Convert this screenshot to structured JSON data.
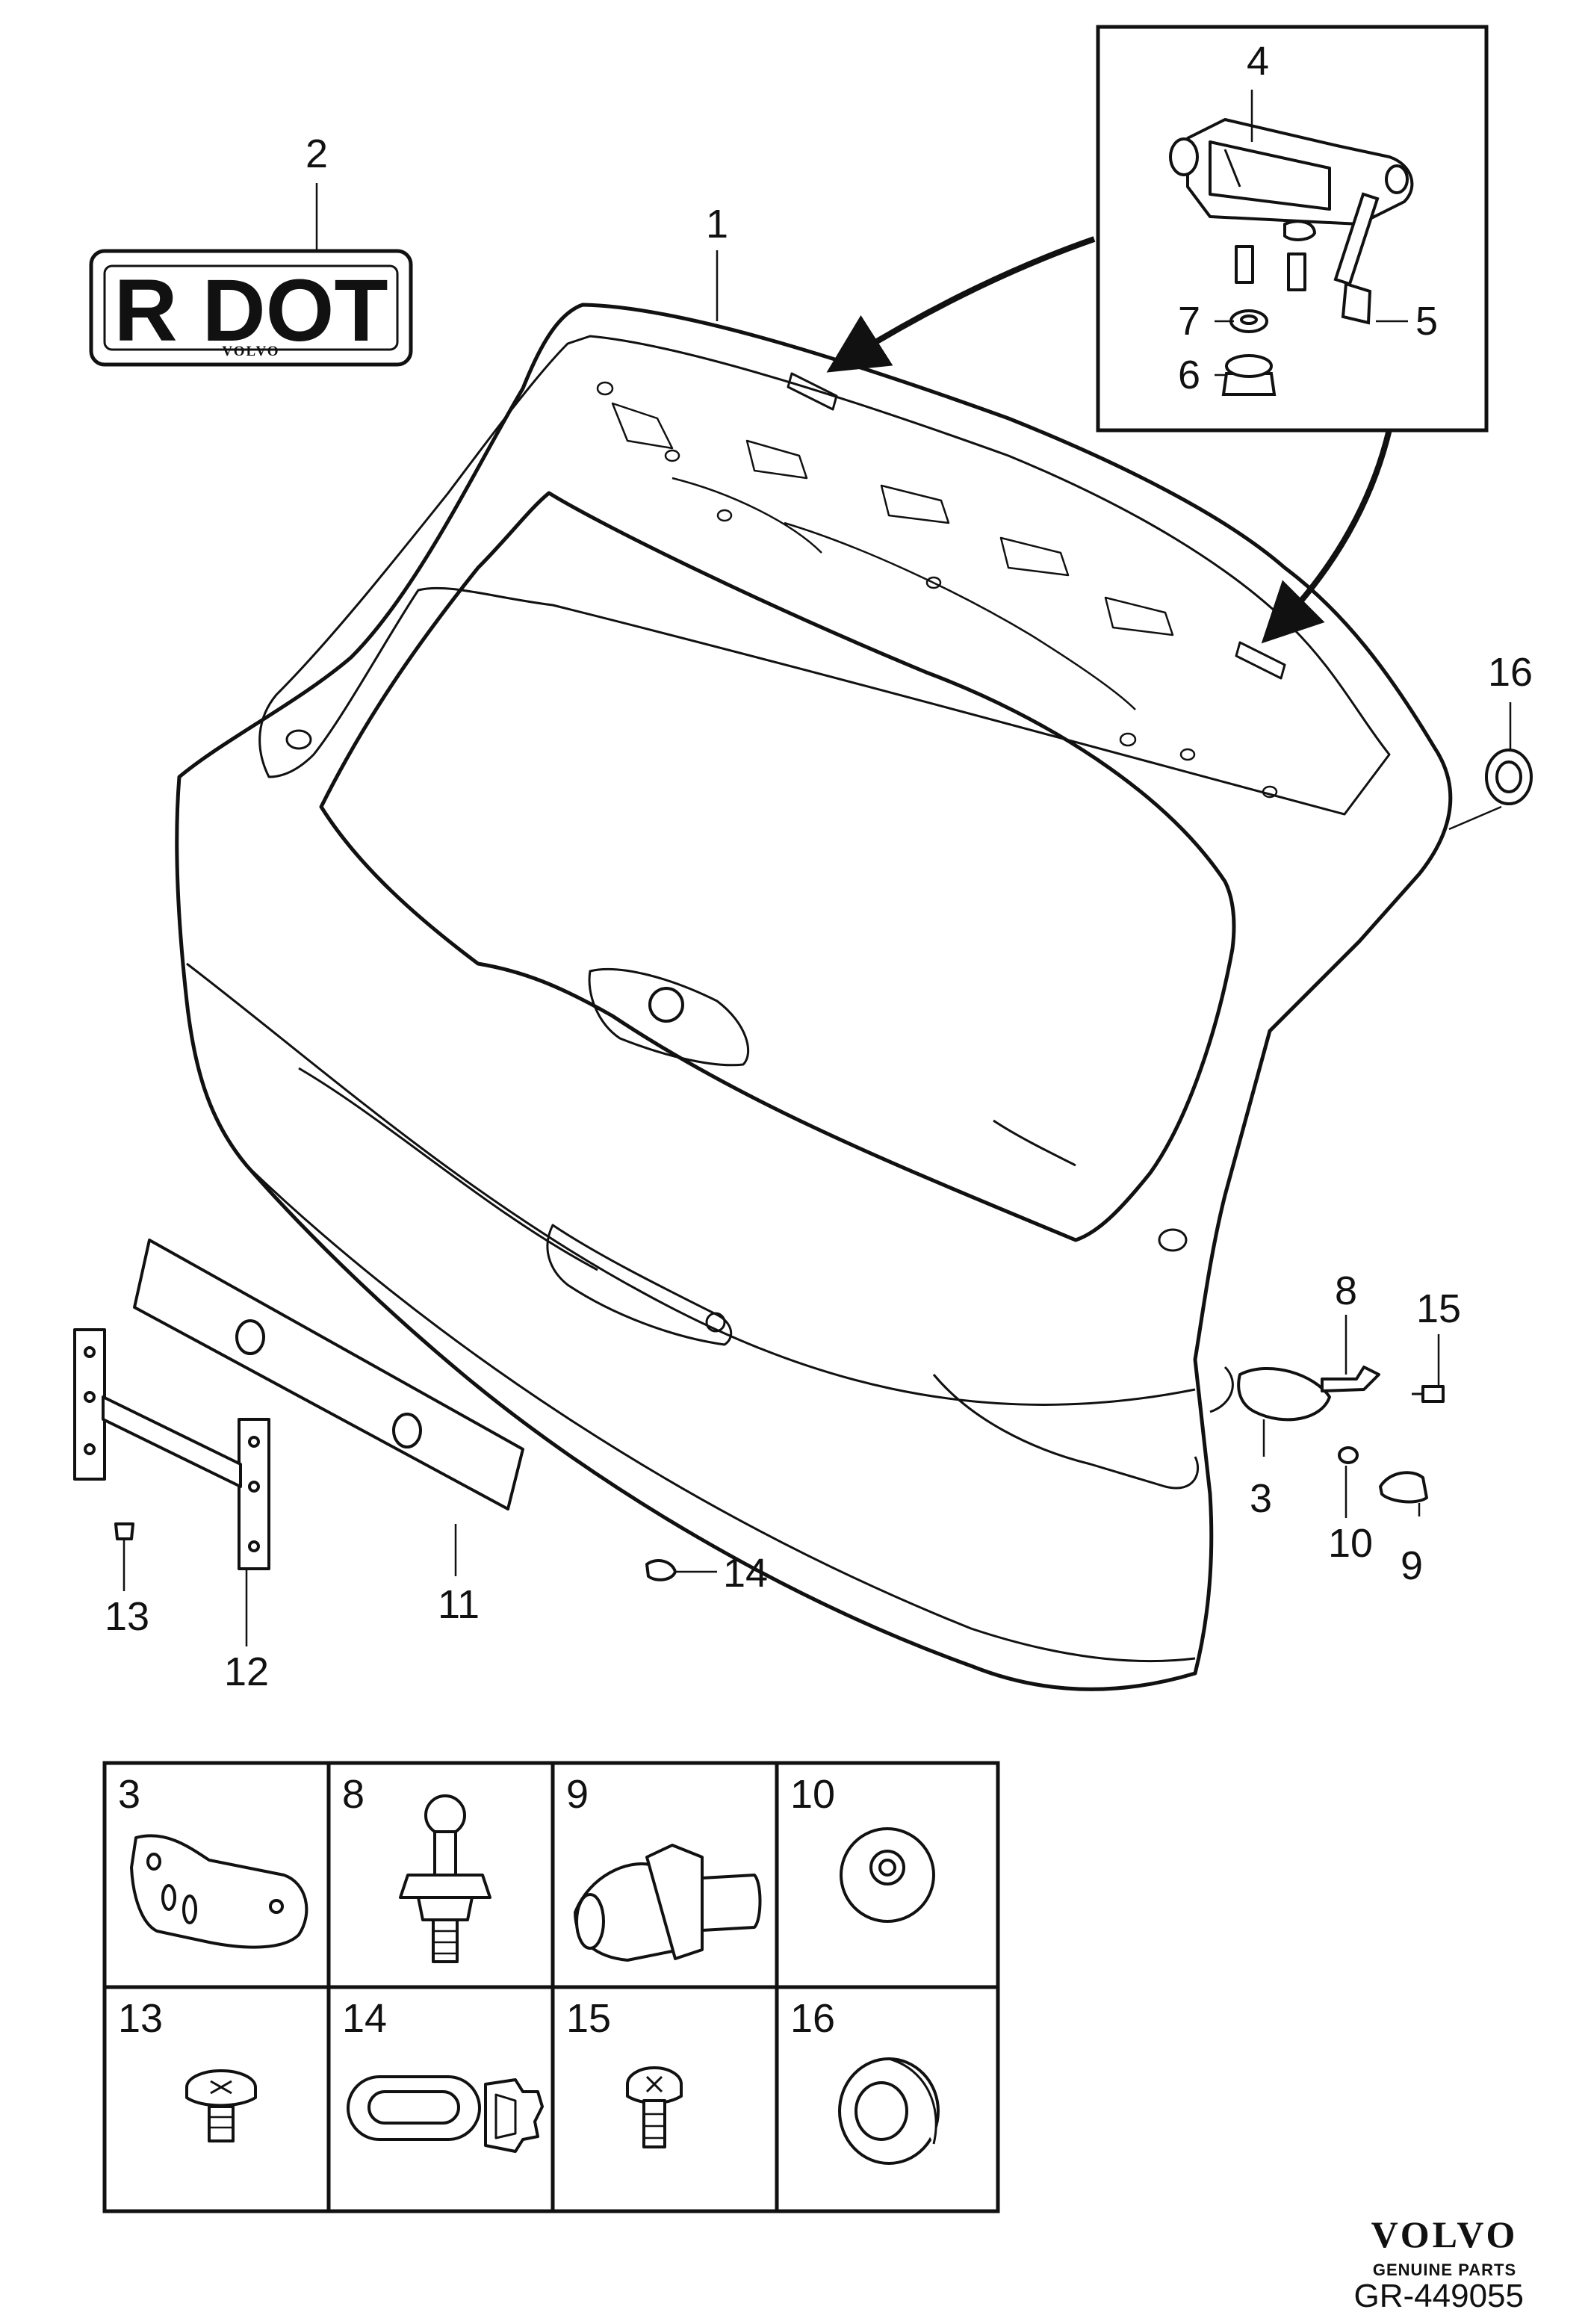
{
  "callouts": [
    {
      "id": "1",
      "label": "1"
    },
    {
      "id": "2",
      "label": "2"
    },
    {
      "id": "3",
      "label": "3"
    },
    {
      "id": "4",
      "label": "4"
    },
    {
      "id": "5",
      "label": "5"
    },
    {
      "id": "6",
      "label": "6"
    },
    {
      "id": "7",
      "label": "7"
    },
    {
      "id": "8",
      "label": "8"
    },
    {
      "id": "9",
      "label": "9"
    },
    {
      "id": "10",
      "label": "10"
    },
    {
      "id": "11",
      "label": "11"
    },
    {
      "id": "12",
      "label": "12"
    },
    {
      "id": "13",
      "label": "13"
    },
    {
      "id": "14",
      "label": "14"
    },
    {
      "id": "15",
      "label": "15"
    },
    {
      "id": "16",
      "label": "16"
    }
  ],
  "badge": {
    "text": "R DOT",
    "brand": "VOLVO"
  },
  "detail_grid": {
    "row1": [
      "3",
      "8",
      "9",
      "10"
    ],
    "row2": [
      "13",
      "14",
      "15",
      "16"
    ]
  },
  "footer": {
    "brand": "VOLVO",
    "tagline": "GENUINE PARTS",
    "reference": "GR-449055"
  }
}
